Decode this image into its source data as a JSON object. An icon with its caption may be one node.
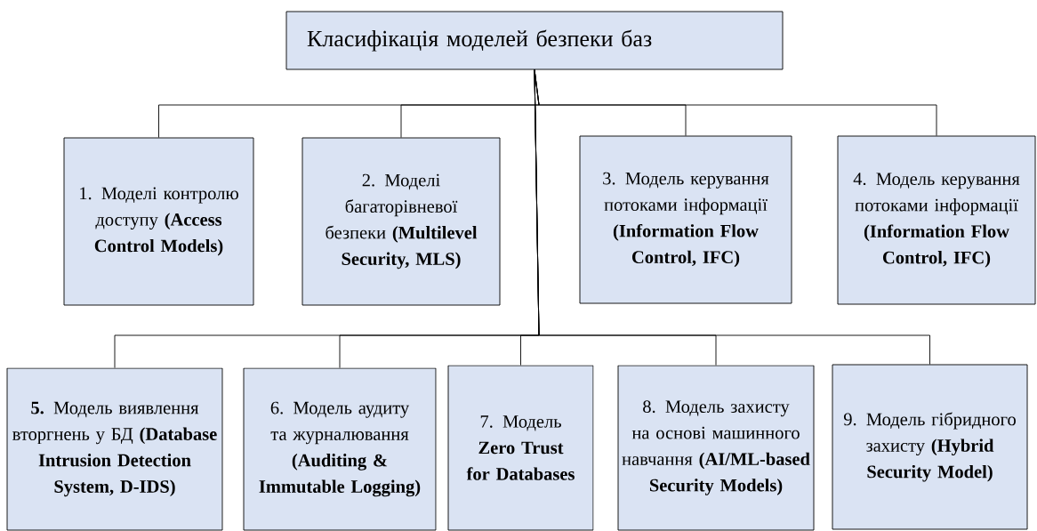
{
  "diagram": {
    "nodes": [
      {
        "text": [
          "Класифікація моделей безпеки баз"
        ]
      },
      {
        "text": [
          "1. Моделі контролю доступу **(Access Control Models)**"
        ]
      },
      {
        "text": [
          "2. Моделі багаторівневої безпеки **(Multilevel Security, MLS)**"
        ]
      },
      {
        "text": [
          "3. Модель керування потоками інформації **(Information Flow Control, IFC)**"
        ]
      },
      {
        "text": [
          "4. Модель керування потоками інформації **(Information Flow Control, IFC)**"
        ]
      },
      {
        "text": [
          "**5.** Модель виявлення вторгнень у БД **(Database Intrusion Detection System, D-IDS)**"
        ]
      },
      {
        "text": [
          "6. Модель аудиту та журналювання **(Auditing & Immutable Logging)**"
        ]
      },
      {
        "text": [
          "7. Модель **Zero Trust for Databases**"
        ]
      },
      {
        "text": [
          "8. Модель захисту на основі машинного навчання **(AI/ML-based Security Models)**"
        ]
      },
      {
        "text": [
          "9. Модель гібридного захисту **(Hybrid Security Model)**"
        ]
      }
    ],
    "edges": [
      {
        "from": 0,
        "to": 1,
        "arrow": "none"
      },
      {
        "from": 0,
        "to": 2,
        "arrow": "none"
      },
      {
        "from": 0,
        "to": 3,
        "arrow": "none"
      },
      {
        "from": 0,
        "to": 4,
        "arrow": "none"
      },
      {
        "from": 0,
        "to": 5,
        "arrow": "none"
      },
      {
        "from": 0,
        "to": 6,
        "arrow": "none"
      },
      {
        "from": 0,
        "to": 7,
        "arrow": "none"
      },
      {
        "from": 0,
        "to": 8,
        "arrow": "none"
      },
      {
        "from": 0,
        "to": 9,
        "arrow": "none"
      }
    ]
  }
}
